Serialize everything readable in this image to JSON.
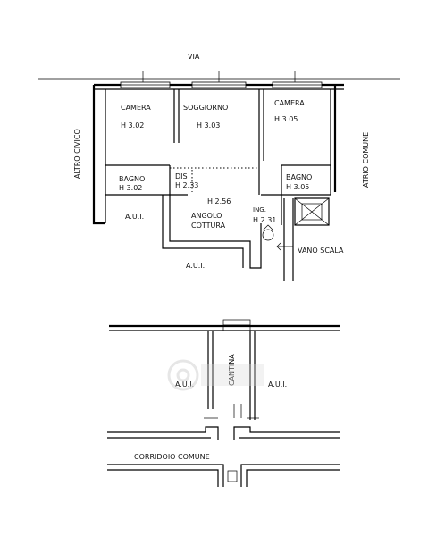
{
  "labels": {
    "via": "VIA",
    "altro_civico": "ALTRO CIVICO",
    "atrio_comune": "ATRIO COMUNE",
    "camera_left": "CAMERA",
    "camera_left_h": "H 3.02",
    "soggiorno": "SOGGIORNO",
    "soggiorno_h": "H 3.03",
    "camera_right": "CAMERA",
    "camera_right_h": "H 3.05",
    "bagno_left": "BAGNO",
    "bagno_left_h": "H 3.02",
    "dis": "DIS",
    "dis_h": "H 2.33",
    "h_256": "H 2.56",
    "angolo": "ANGOLO",
    "cottura": "COTTURA",
    "ing": "ING.",
    "ing_h": "H 2.31",
    "bagno_right": "BAGNO",
    "bagno_right_h": "H 3.05",
    "aui_left": "A.U.I.",
    "aui_bottom": "A.U.I.",
    "vano_scala": "VANO SCALA",
    "cantina": "CANTINA",
    "aui_cellar_left": "A.U.I.",
    "aui_cellar_right": "A.U.I.",
    "corridoio": "CORRIDOIO COMUNE"
  }
}
